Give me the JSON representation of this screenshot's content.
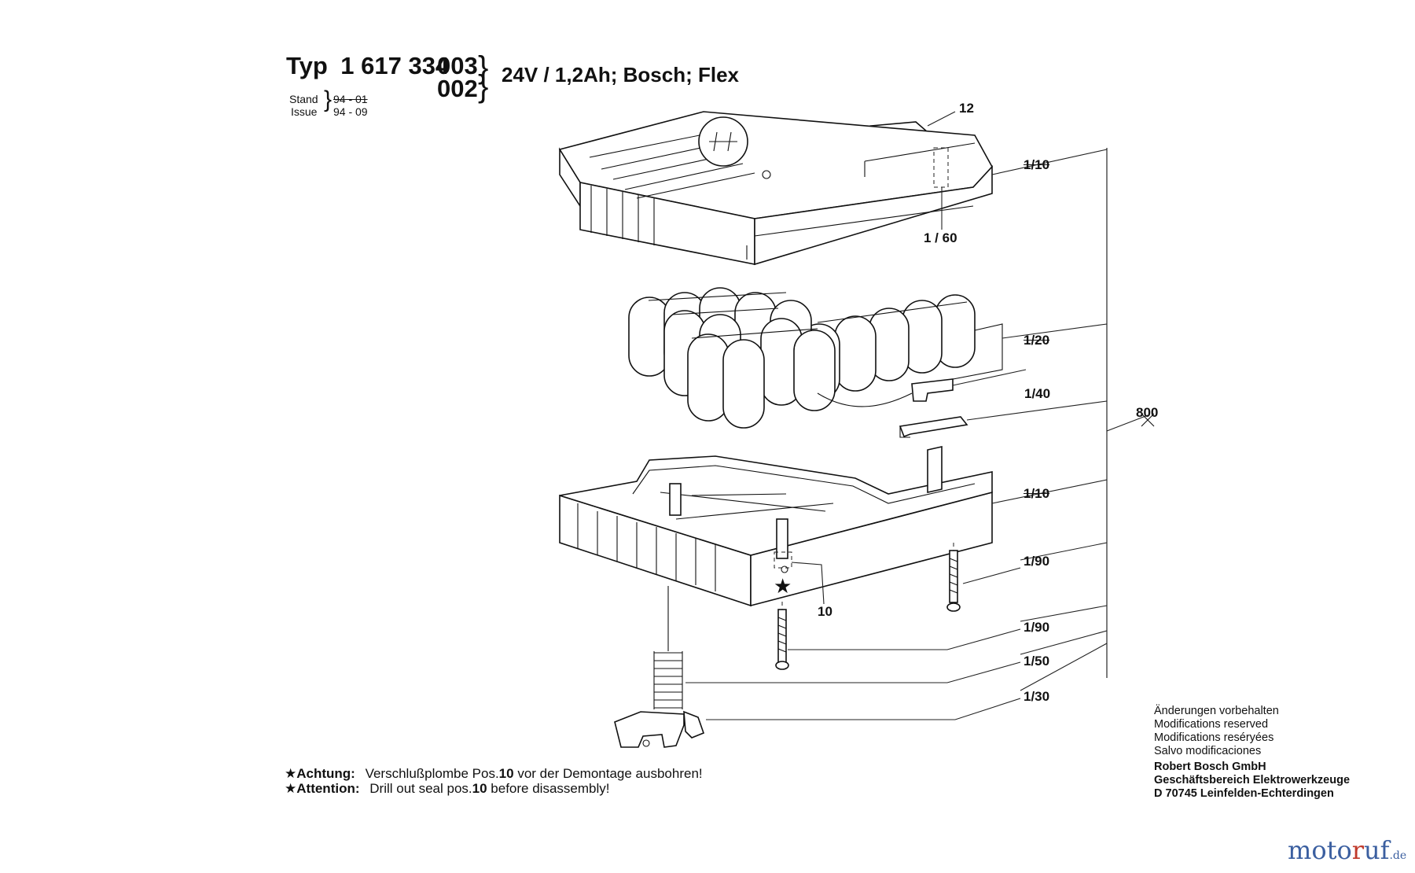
{
  "header": {
    "typ_label": "Typ",
    "number_prefix": "1 617 334",
    "variant_1": "003",
    "variant_2": "002",
    "spec": "24V / 1,2Ah; Bosch; Flex",
    "stand_label": "Stand",
    "issue_label": "Issue",
    "stand_value": "94 - 01",
    "issue_value": "94 - 09"
  },
  "callouts": {
    "c12": "12",
    "c1_10_top": "1/10",
    "c1_60": "1 / 60",
    "c1_20": "1/20",
    "c1_40": "1/40",
    "c800": "800",
    "c1_10_mid": "1/10",
    "c1_90_a": "1/90",
    "c10": "10",
    "c1_90_b": "1/90",
    "c1_50": "1/50",
    "c1_30": "1/30"
  },
  "warning": {
    "de_label": "Achtung:",
    "de_text_a": "Verschlußplombe Pos.",
    "de_pos": "10",
    "de_text_b": " vor der Demontage ausbohren!",
    "en_label": "Attention:",
    "en_text_a": "Drill out seal pos.",
    "en_pos": "10",
    "en_text_b": " before disassembly!",
    "star": "★"
  },
  "disclaimer": {
    "line1": "Änderungen vorbehalten",
    "line2": "Modifications reserved",
    "line3": "Modifications reséryées",
    "line4": "Salvo modificaciones",
    "company1": "Robert Bosch GmbH",
    "company2": "Geschäftsbereich Elektrowerkzeuge",
    "company3": "D 70745 Leinfelden-Echterdingen"
  },
  "watermark": {
    "part1": "moto",
    "part2": "r",
    "part3": "uf",
    "tld": ".de"
  }
}
